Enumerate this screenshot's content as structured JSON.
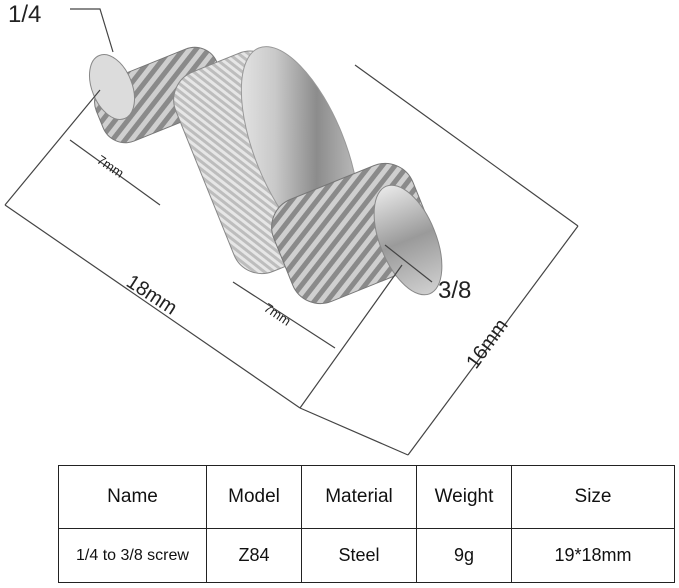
{
  "diagram": {
    "labels": {
      "small_thread": "1/4",
      "large_thread": "3/8",
      "thread_length_left": "7mm",
      "thread_length_right": "7mm",
      "total_length": "18mm",
      "head_diameter": "16mm"
    }
  },
  "table": {
    "headers": [
      "Name",
      "Model",
      "Material",
      "Weight",
      "Size"
    ],
    "row": [
      "1/4 to 3/8 screw",
      "Z84",
      "Steel",
      "9g",
      "19*18mm"
    ]
  }
}
